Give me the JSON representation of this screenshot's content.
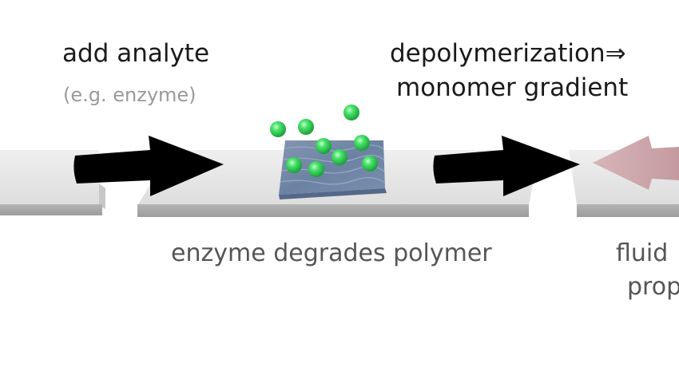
{
  "labels": {
    "add_analyte": "add analyte",
    "analyte_example": "(e.g. enzyme)",
    "depolymerization": "depolymerization⇒",
    "monomer_gradient": "monomer gradient",
    "enzyme_degrades": "enzyme degrades polymer",
    "fluid_partial": "fluid",
    "prop_partial": "prop"
  },
  "colors": {
    "strip_top": "#e6e6e6",
    "strip_front": "#a9a9a9",
    "arrow": "#000000",
    "polymer_block": "#6f86a6",
    "monomer_bead": "#2ed15a",
    "pink_arrow": "#c9a3a8"
  }
}
